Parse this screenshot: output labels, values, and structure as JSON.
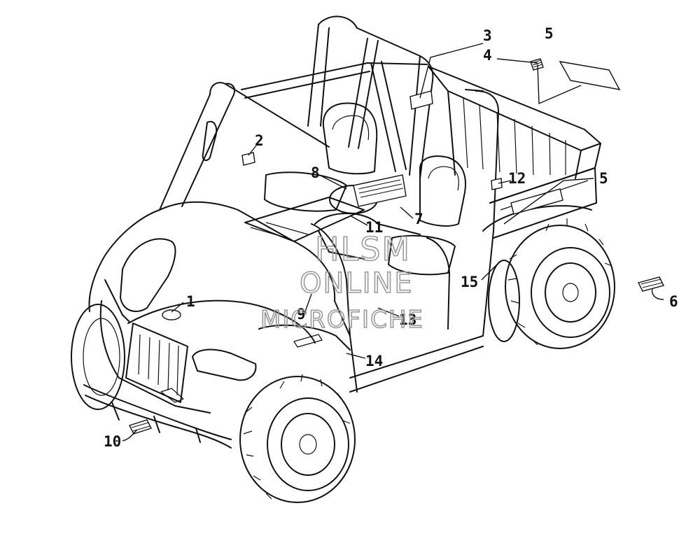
{
  "diagram": {
    "callouts": [
      {
        "id": "c1",
        "label": "1"
      },
      {
        "id": "c2",
        "label": "2"
      },
      {
        "id": "c3",
        "label": "3"
      },
      {
        "id": "c4",
        "label": "4"
      },
      {
        "id": "c5a",
        "label": "5"
      },
      {
        "id": "c5b",
        "label": "5"
      },
      {
        "id": "c6",
        "label": "6"
      },
      {
        "id": "c7",
        "label": "7"
      },
      {
        "id": "c8",
        "label": "8"
      },
      {
        "id": "c9",
        "label": "9"
      },
      {
        "id": "c10",
        "label": "10"
      },
      {
        "id": "c11",
        "label": "11"
      },
      {
        "id": "c12",
        "label": "12"
      },
      {
        "id": "c13",
        "label": "13"
      },
      {
        "id": "c14",
        "label": "14"
      },
      {
        "id": "c15",
        "label": "15"
      }
    ]
  },
  "watermark": {
    "line1": "HLSM",
    "line2": "ONLINE",
    "line3": "MICROFICHE"
  }
}
